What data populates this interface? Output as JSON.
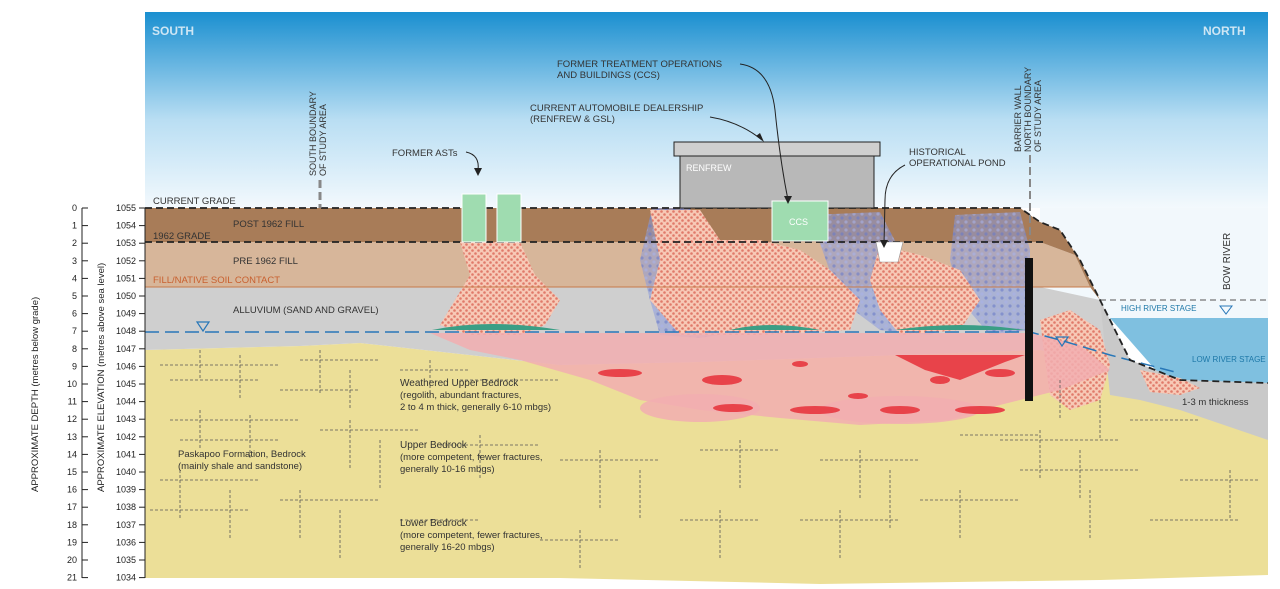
{
  "directions": {
    "south": "SOUTH",
    "north": "NORTH"
  },
  "axes": {
    "depth_title": "APPROXIMATE DEPTH (metres below grade)",
    "elev_title": "APPROXIMATE ELEVATION (metres above sea level)",
    "depth_ticks": [
      "0",
      "1",
      "2",
      "3",
      "4",
      "5",
      "6",
      "7",
      "8",
      "9",
      "10",
      "11",
      "12",
      "13",
      "14",
      "15",
      "16",
      "17",
      "18",
      "19",
      "20",
      "21"
    ],
    "elev_ticks": [
      "1055",
      "1054",
      "1053",
      "1052",
      "1051",
      "1050",
      "1049",
      "1048",
      "1047",
      "1046",
      "1045",
      "1044",
      "1043",
      "1042",
      "1041",
      "1040",
      "1039",
      "1038",
      "1037",
      "1036",
      "1035",
      "1034"
    ]
  },
  "labels": {
    "current_grade": "CURRENT GRADE",
    "post_fill": "POST 1962 FILL",
    "grade_1962": "1962 GRADE",
    "pre_fill": "PRE 1962 FILL",
    "fill_contact": "FILL/NATIVE SOIL CONTACT",
    "alluvium": "ALLUVIUM (SAND AND GRAVEL)",
    "south_boundary_1": "SOUTH BOUNDARY",
    "south_boundary_2": "OF STUDY AREA",
    "north_boundary_1": "BARRIER WALL",
    "north_boundary_2": "NORTH BOUNDARY",
    "north_boundary_3": "OF STUDY AREA",
    "former_asts": "FORMER ASTs",
    "treatment_1": "FORMER TREATMENT OPERATIONS",
    "treatment_2": "AND BUILDINGS (CCS)",
    "dealership_1": "CURRENT AUTOMOBILE DEALERSHIP",
    "dealership_2": "(RENFREW & GSL)",
    "renfrew": "RENFREW",
    "ccs": "CCS",
    "pond_1": "HISTORICAL",
    "pond_2": "OPERATIONAL POND",
    "bow_river": "BOW RIVER",
    "high_river": "HIGH RIVER STAGE",
    "low_river": "LOW RIVER STAGE",
    "thickness": "1-3 m thickness",
    "weathered_1": "Weathered Upper Bedrock",
    "weathered_2": "(regolith, abundant fractures,",
    "weathered_3": "2 to 4 m thick, generally 6-10 mbgs)",
    "paskapoo_1": "Paskapoo Formation, Bedrock",
    "paskapoo_2": "(mainly shale and sandstone)",
    "upper_1": "Upper Bedrock",
    "upper_2": "(more competent, fewer fractures,",
    "upper_3": "generally 10-16 mbgs)",
    "lower_1": "Lower Bedrock",
    "lower_2": "(more competent, fewer fractures,",
    "lower_3": "generally 16-20 mbgs)"
  },
  "colors": {
    "sky_top": "#1a8fd0",
    "sky_bottom": "#eef7fc",
    "post_fill": "#a87c58",
    "pre_fill": "#d7b69a",
    "alluvium": "#cfcfcf",
    "bedrock": "#ecdf98",
    "plume_pink": "#f2aeb0",
    "plume_red": "#e8434a",
    "vapour": "#7f8fd3",
    "river": "#7fc0e0",
    "ast": "#9fdcb0"
  }
}
